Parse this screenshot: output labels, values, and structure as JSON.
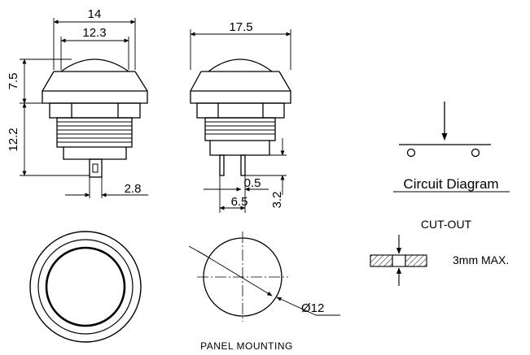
{
  "colors": {
    "line": "#000000",
    "background": "#ffffff"
  },
  "front_view": {
    "dim_top_outer": "14",
    "dim_top_inner": "12.3",
    "dim_cap_height": "7.5",
    "dim_body_height": "12.2",
    "dim_terminal": "2.8"
  },
  "side_view": {
    "dim_top": "17.5",
    "dim_terminal_gap": "0.5",
    "dim_terminal_spacing": "6.5",
    "dim_terminal_length": "3.2"
  },
  "circuit": {
    "label": "Circuit Diagram"
  },
  "cutout": {
    "title": "CUT-OUT",
    "thickness": "3mm MAX."
  },
  "panel": {
    "diameter": "Ø12",
    "label": "PANEL MOUNTING"
  }
}
